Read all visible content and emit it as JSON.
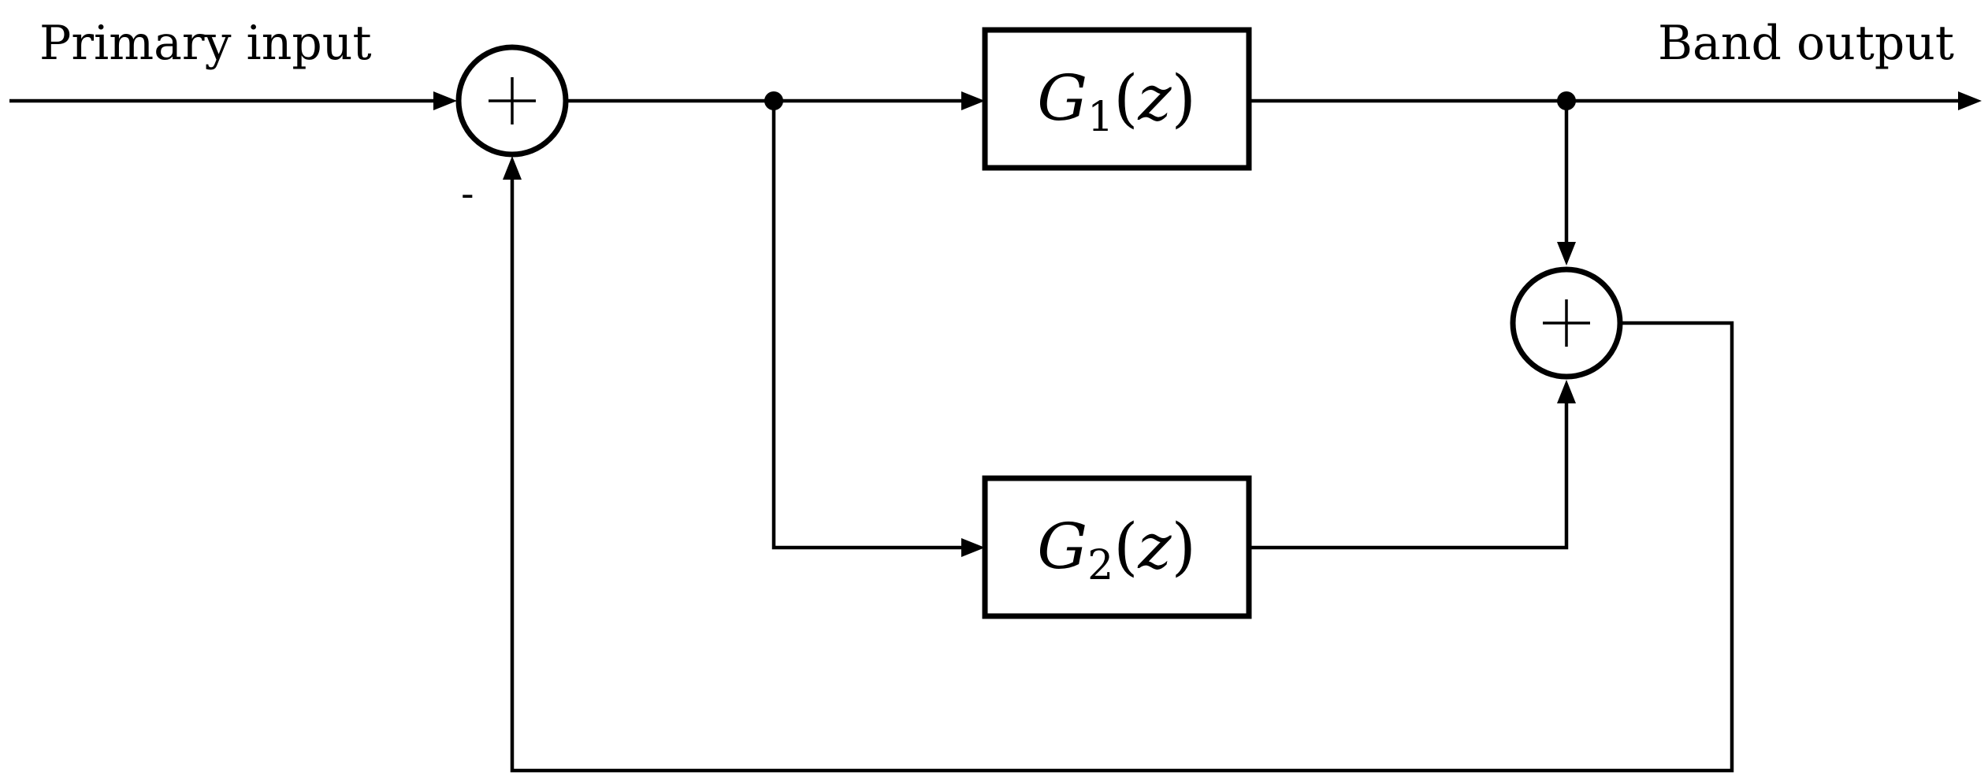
{
  "labels": {
    "input": "Primary input",
    "output": "Band output",
    "feedback_sign": "-"
  },
  "blocks": {
    "g1": {
      "symbol": "G",
      "subscript": "1",
      "open": "(",
      "arg": "z",
      "close": ")"
    },
    "g2": {
      "symbol": "G",
      "subscript": "2",
      "open": "(",
      "arg": "z",
      "close": ")"
    }
  },
  "summing_junctions": {
    "input_sum": {
      "symbol": "+"
    },
    "output_sum": {
      "symbol": "+"
    }
  }
}
